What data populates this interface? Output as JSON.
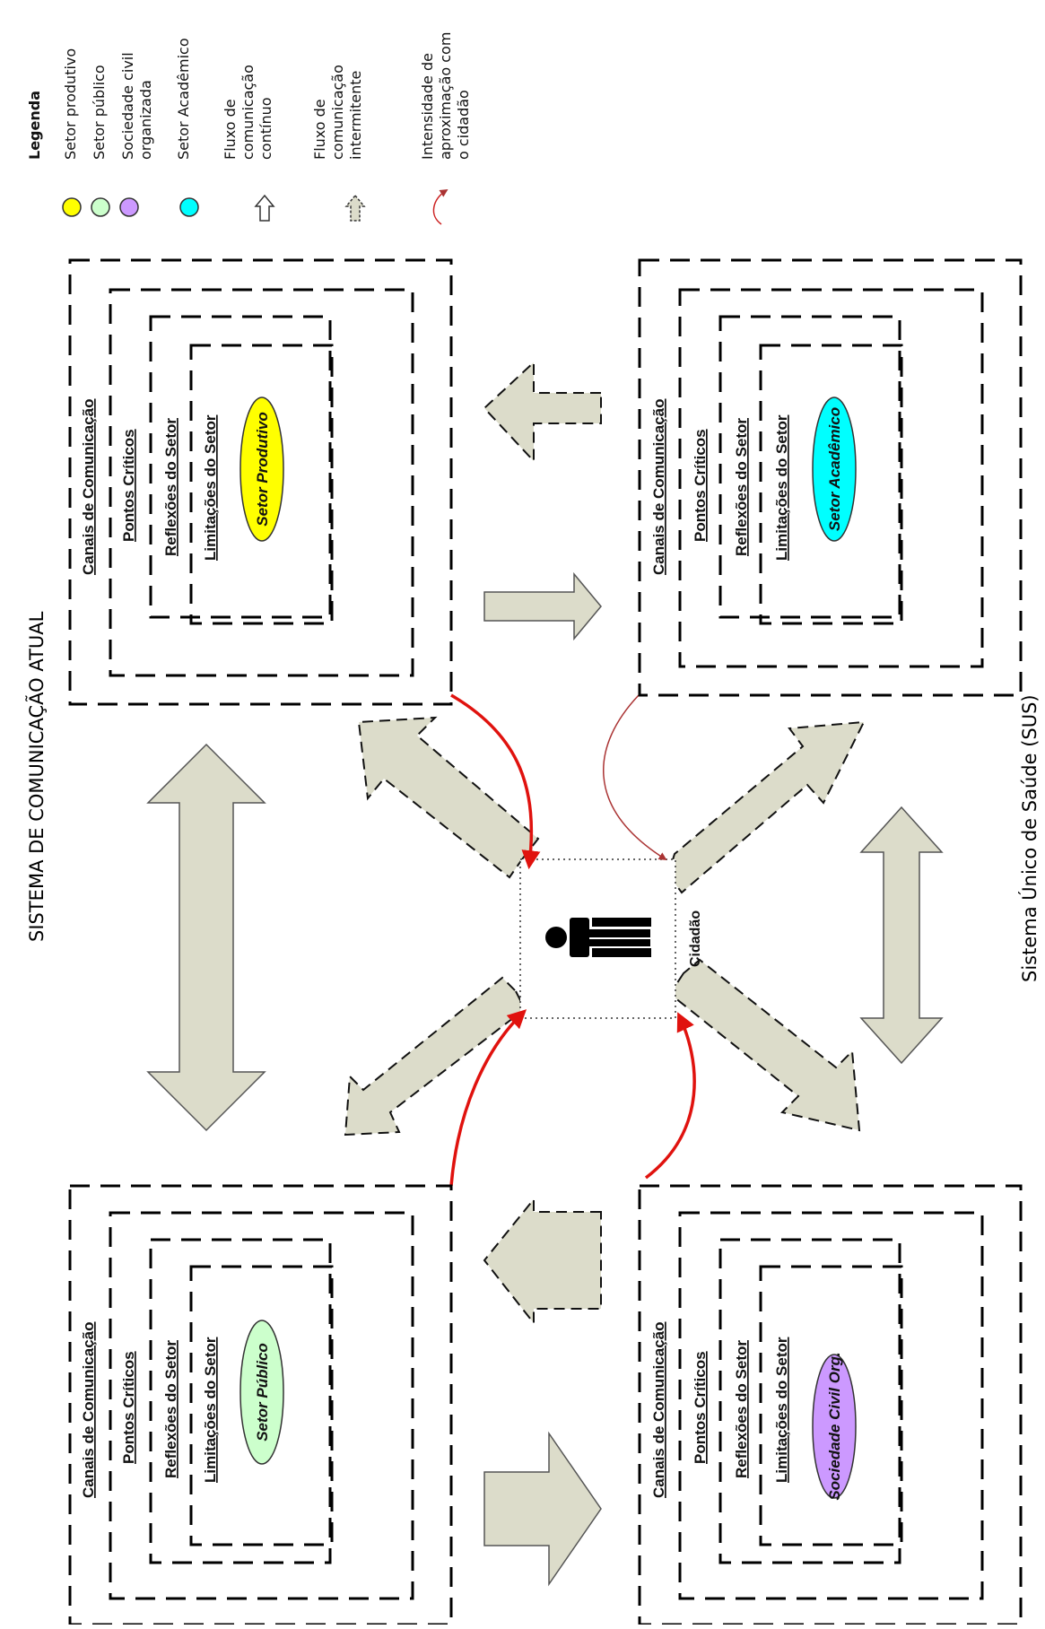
{
  "title": "SISTEMA DE COMUNICAÇÃO ATUAL",
  "subtitle": "Sistema Único de Saúde (SUS)",
  "center_label": "Cidadão",
  "layers": {
    "l1": "Canais de Comunicação",
    "l2": "Pontos Críticos",
    "l3": "Reflexões do Setor",
    "l4": "Limitações do Setor"
  },
  "sectors": {
    "produtivo": {
      "name": "Setor Produtivo",
      "color": "#ffff00"
    },
    "academico": {
      "name": "Setor Acadêmico",
      "color": "#00ffff"
    },
    "publico": {
      "name": "Setor Público",
      "color": "#ccffcc"
    },
    "civil": {
      "name": "Sociedade Civil Org.",
      "color": "#cc99ff"
    }
  },
  "legend": {
    "title": "Legenda",
    "items": [
      {
        "label": "Setor produtivo",
        "color": "#ffff00"
      },
      {
        "label": "Setor público",
        "color": "#ccffcc"
      },
      {
        "label_lines": [
          "Sociedade civil",
          "organizada"
        ],
        "color": "#cc99ff"
      },
      {
        "label": "Setor Acadêmico",
        "color": "#00ffff"
      },
      {
        "label_lines": [
          "Fluxo de",
          "comunicação",
          "contínuo"
        ],
        "icon": "solid-arrow-icon"
      },
      {
        "label_lines": [
          "Fluxo de",
          "comunicação",
          "intermitente"
        ],
        "icon": "dashed-arrow-icon"
      },
      {
        "label_lines": [
          "Intensidade de",
          "aproximação com",
          "o cidadão"
        ],
        "icon": "red-curve-icon"
      }
    ]
  }
}
